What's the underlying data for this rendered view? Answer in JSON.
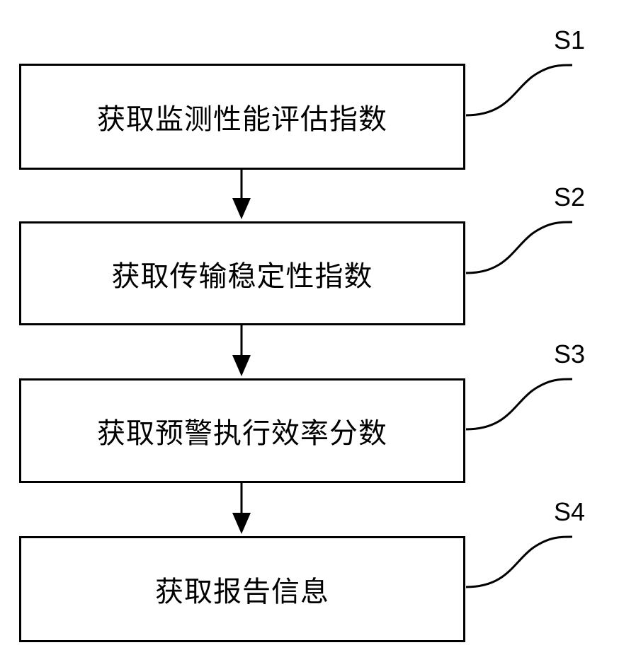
{
  "steps": [
    {
      "id": "S1",
      "text": "获取监测性能评估指数"
    },
    {
      "id": "S2",
      "text": "获取传输稳定性指数"
    },
    {
      "id": "S3",
      "text": "获取预警执行效率分数"
    },
    {
      "id": "S4",
      "text": "获取报告信息"
    }
  ]
}
